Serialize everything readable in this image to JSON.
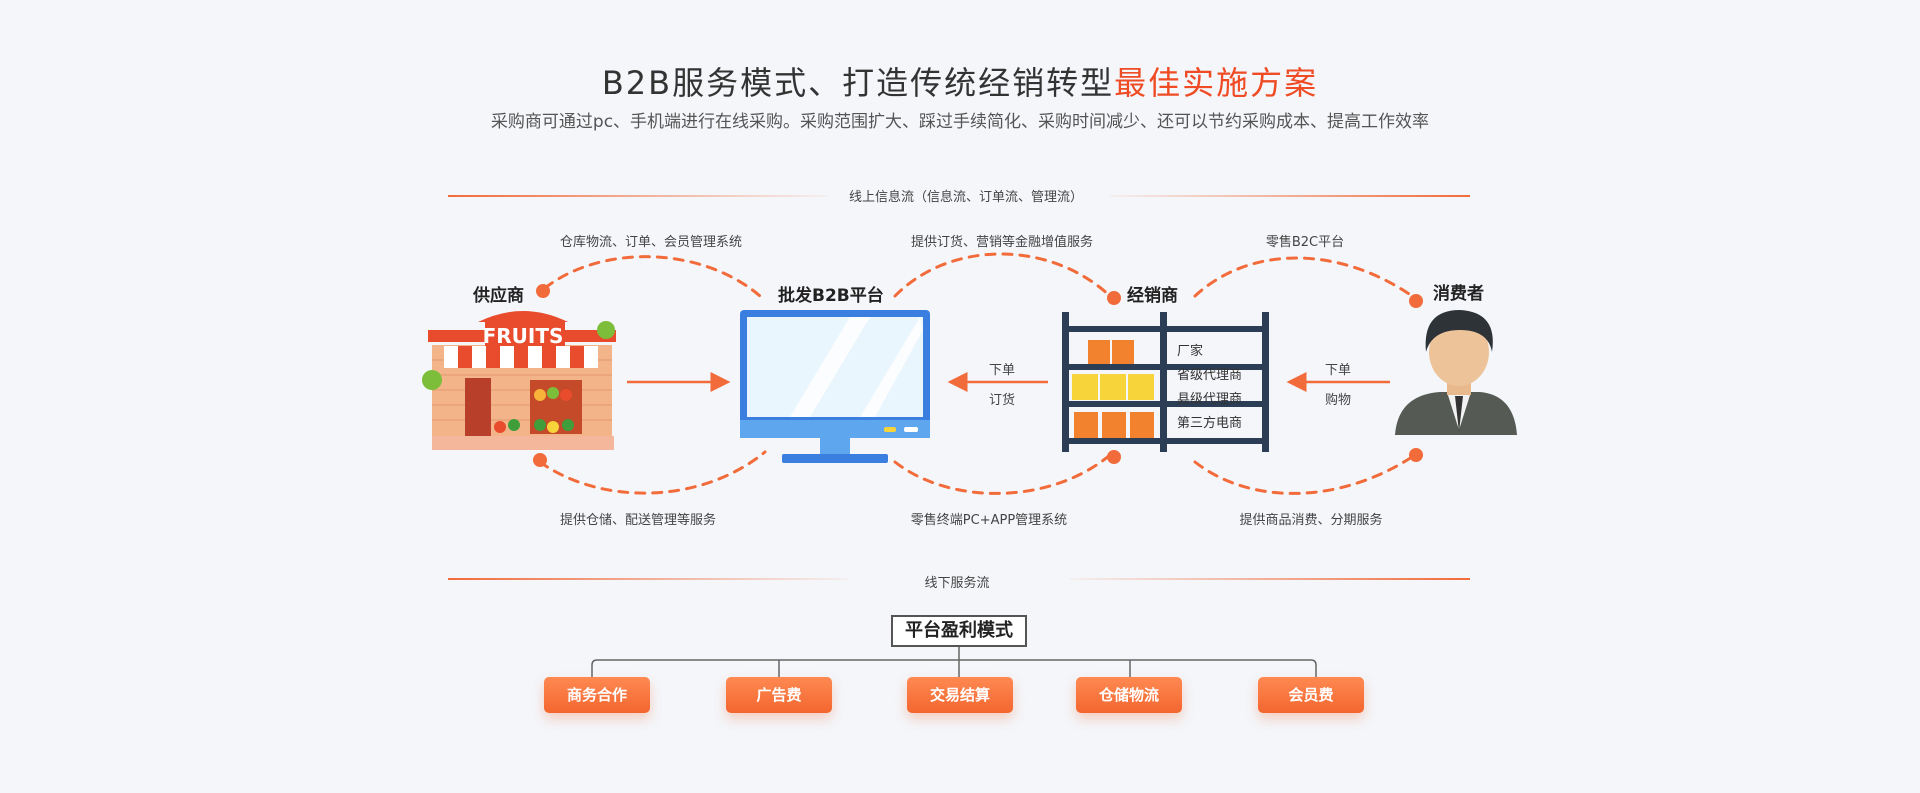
{
  "header": {
    "title_main": "B2B服务模式、打造传统经销转型",
    "title_highlight": "最佳实施方案",
    "subtitle": "采购商可通过pc、手机端进行在线采购。采购范围扩大、踩过手续简化、采购时间减少、还可以节约采购成本、提高工作效率"
  },
  "flows": {
    "online": "线上信息流（信息流、订单流、管理流）",
    "offline": "线下服务流"
  },
  "nodes": {
    "supplier": "供应商",
    "platform": "批发B2B平台",
    "distributor": "经销商",
    "consumer": "消费者"
  },
  "store_sign": "FRUITS",
  "top_arcs": [
    "仓库物流、订单、会员管理系统",
    "提供订货、营销等金融增值服务",
    "零售B2C平台"
  ],
  "bottom_arcs": [
    "提供仓储、配送管理等服务",
    "零售终端PC+APP管理系统",
    "提供商品消费、分期服务"
  ],
  "arrows": {
    "distributor_to_platform": [
      "下单",
      "订货"
    ],
    "consumer_to_distributor": [
      "下单",
      "购物"
    ]
  },
  "distributor_types": [
    "厂家",
    "省级代理商",
    "县级代理商",
    "第三方电商"
  ],
  "profit": {
    "title": "平台盈利模式",
    "items": [
      "商务合作",
      "广告费",
      "交易结算",
      "仓储物流",
      "会员费"
    ]
  },
  "colors": {
    "accent": "#ef4b24",
    "dash": "#f26b3a",
    "button": "#f3662f"
  }
}
